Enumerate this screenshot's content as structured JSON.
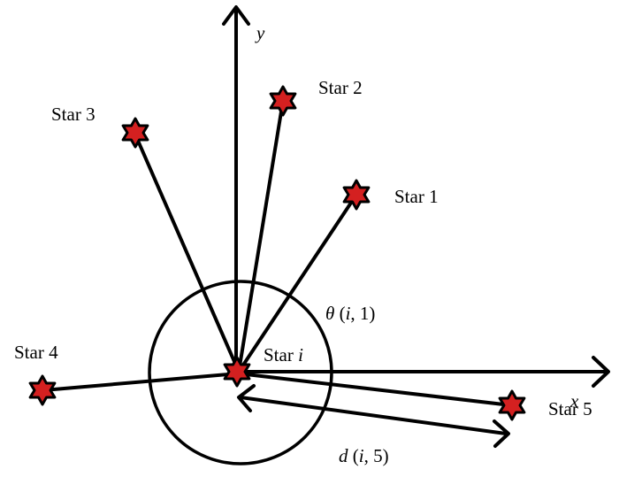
{
  "axes": {
    "x_label": "x",
    "y_label": "y"
  },
  "stars": [
    {
      "id": "star-1",
      "label": "Star 1"
    },
    {
      "id": "star-2",
      "label": "Star 2"
    },
    {
      "id": "star-3",
      "label": "Star 3"
    },
    {
      "id": "star-4",
      "label": "Star 4"
    },
    {
      "id": "star-5",
      "label": "Star 5"
    }
  ],
  "center_star": {
    "prefix": "Star",
    "var": "i"
  },
  "angle_label": {
    "sym": "θ",
    "open": " (",
    "var": "i",
    "rest": ", 1)"
  },
  "distance_label": {
    "sym": "d",
    "open": " (",
    "var": "i",
    "rest": ", 5)"
  },
  "colors": {
    "star_fill": "#d42020",
    "line": "#000000"
  }
}
